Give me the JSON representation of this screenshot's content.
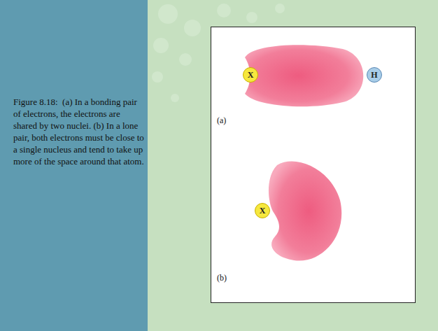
{
  "diagram": {
    "caption": "Figure 8.18:  (a) In a bonding pair of electrons, the electrons are shared by two nuclei. (b) In a lone pair, both electrons must be close to a single nucleus and tend to take up more of the space around that atom.",
    "nodes": [
      {
        "text": [
          "X"
        ]
      },
      {
        "text": [
          "H"
        ]
      },
      {
        "text": [
          "X"
        ]
      }
    ],
    "labels": [
      "(a)",
      "(b)"
    ]
  }
}
